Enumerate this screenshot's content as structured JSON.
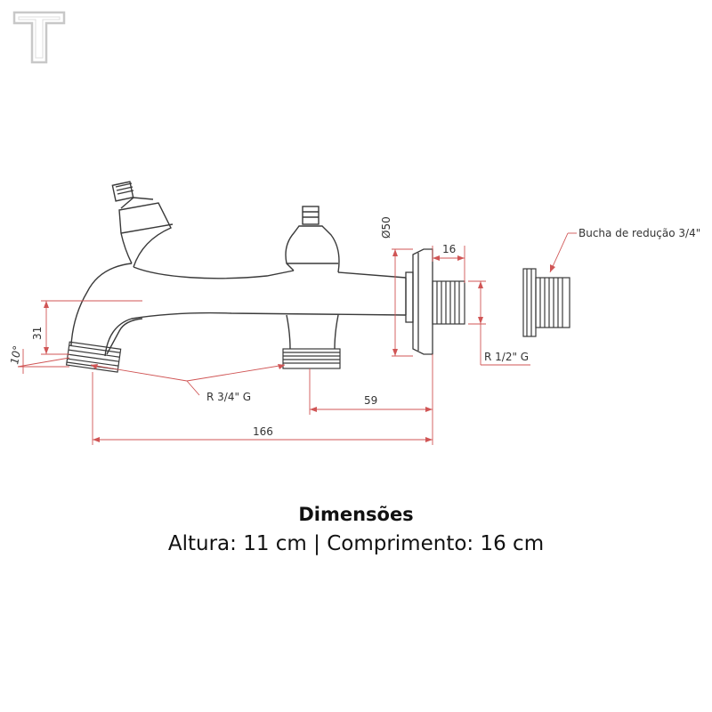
{
  "colors": {
    "outline": "#3a3a3a",
    "dimension": "#d05555",
    "logo": "#c8c8c8"
  },
  "logo": {
    "icon": "t-letter-logo-icon"
  },
  "labels": {
    "diameter": "Ø50",
    "dim_16": "16",
    "reducer": "Bucha de redução 3/4\"",
    "thread_half": "R 1/2\" G",
    "dim_31": "31",
    "angle_10": "10°",
    "thread_three_quarter": "R 3/4\" G",
    "dim_59": "59",
    "dim_166": "166"
  },
  "caption": {
    "title": "Dimensões",
    "subtitle": "Altura: 11 cm | Comprimento: 16 cm"
  }
}
